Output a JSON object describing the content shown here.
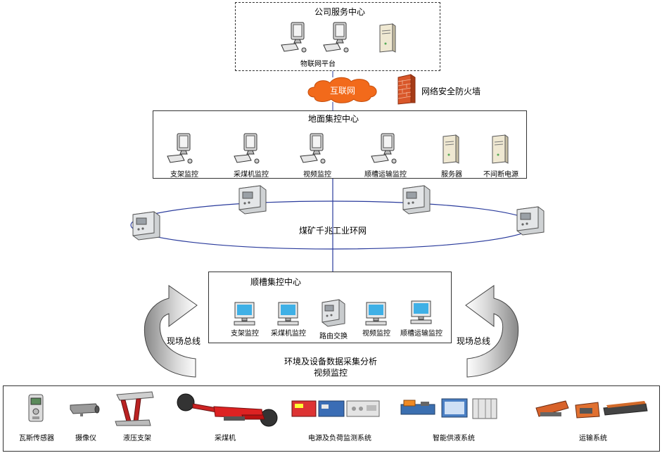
{
  "company_center": {
    "title": "公司服务中心",
    "platform_label": "物联网平台"
  },
  "internet": {
    "label": "互联网"
  },
  "firewall": {
    "label": "网络安全防火墙"
  },
  "ground_center": {
    "title": "地面集控中心",
    "items": [
      "支架监控",
      "采煤机监控",
      "视频监控",
      "顺槽运输监控",
      "服务器",
      "不间断电源"
    ]
  },
  "ring": {
    "label": "煤矿千兆工业环网"
  },
  "gateway_center": {
    "title": "顺槽集控中心",
    "items": [
      "支架监控",
      "采煤机监控",
      "路由交换",
      "视频监控",
      "顺槽运输监控"
    ]
  },
  "field_bus_left": {
    "label": "现场总线"
  },
  "field_bus_right": {
    "label": "现场总线"
  },
  "analysis": {
    "line1": "环境及设备数据采集分析",
    "line2": "视频监控"
  },
  "equipment": [
    "瓦斯传感器",
    "摄像仪",
    "液压支架",
    "采煤机",
    "电源及负荷监测系统",
    "智能供液系统",
    "运输系统"
  ]
}
